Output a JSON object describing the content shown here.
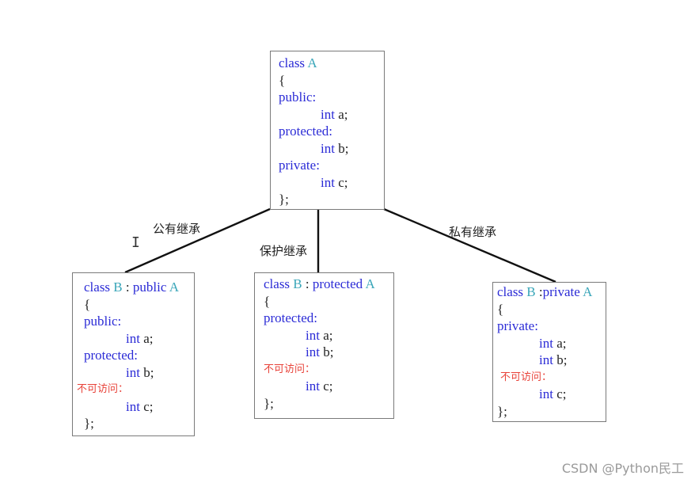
{
  "diagram": {
    "parent": {
      "header": {
        "kw": "class",
        "name": "A"
      },
      "open": "{",
      "sections": [
        {
          "access": "public:",
          "member": {
            "type": "int",
            "name": "a;"
          }
        },
        {
          "access": "protected:",
          "member": {
            "type": "int",
            "name": "b;"
          }
        },
        {
          "access": "private:",
          "member": {
            "type": "int",
            "name": "c;"
          }
        }
      ],
      "close": "};"
    },
    "edges": [
      {
        "label": "公有继承"
      },
      {
        "label": "保护继承"
      },
      {
        "label": "私有继承"
      }
    ],
    "children": [
      {
        "header": {
          "kw": "class",
          "name": "B",
          "sep": " : ",
          "mode": "public",
          "base": "A"
        },
        "open": "{",
        "sections": [
          {
            "access": "public:",
            "members": [
              {
                "type": "int",
                "name": "a;"
              }
            ]
          },
          {
            "access": "protected:",
            "members": [
              {
                "type": "int",
                "name": "b;"
              }
            ]
          }
        ],
        "inaccessible": {
          "label": "不可访问：",
          "members": [
            {
              "type": "int",
              "name": "c;"
            }
          ]
        },
        "close": "};"
      },
      {
        "header": {
          "kw": "class",
          "name": "B",
          "sep": " : ",
          "mode": "protected",
          "base": "A"
        },
        "open": "{",
        "sections": [
          {
            "access": "protected:",
            "members": [
              {
                "type": "int",
                "name": "a;"
              },
              {
                "type": "int",
                "name": "b;"
              }
            ]
          }
        ],
        "inaccessible": {
          "label": "不可访问：",
          "members": [
            {
              "type": "int",
              "name": "c;"
            }
          ]
        },
        "close": "};"
      },
      {
        "header": {
          "kw": "class",
          "name": "B",
          "sep": " :",
          "mode": "private",
          "base": "A"
        },
        "open": "{",
        "sections": [
          {
            "access": "private:",
            "members": [
              {
                "type": "int",
                "name": "a;"
              },
              {
                "type": "int",
                "name": "b;"
              }
            ]
          }
        ],
        "inaccessible": {
          "label": "不可访问：",
          "members": [
            {
              "type": "int",
              "name": "c;"
            }
          ]
        },
        "close": "};"
      }
    ]
  },
  "watermark": "CSDN @Python民工",
  "colors": {
    "keyword": "#2b2bd6",
    "class_name": "#3aa6b9",
    "inaccessible": "#e8433a",
    "border": "#7a7a7a"
  }
}
